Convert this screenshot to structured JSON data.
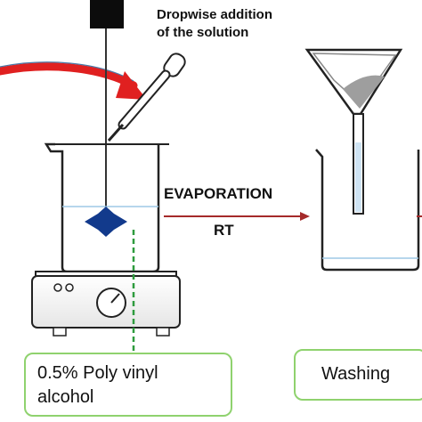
{
  "labels": {
    "dropwise_line1": "Dropwise addition",
    "dropwise_line2": "of the solution",
    "evaporation": "EVAPORATION",
    "rt": "RT",
    "pva_line1": "0.5% Poly vinyl",
    "pva_line2": "alcohol",
    "washing": "Washing"
  },
  "colors": {
    "red_arrow": "#e02020",
    "dark_red_arrow": "#a52a2a",
    "green_dashed": "#2e9b3e",
    "box_border": "#8fd26e",
    "stirrer": "#123a8c",
    "liquid_line": "#9ec9e6"
  }
}
